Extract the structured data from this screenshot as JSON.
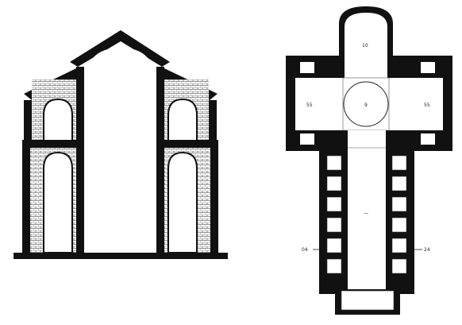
{
  "figure": {
    "panels": [
      {
        "id": "cross-section",
        "kind": "architectural-section"
      },
      {
        "id": "floor-plan",
        "kind": "architectural-plan"
      }
    ],
    "plan_labels": {
      "apse": "10",
      "crossing": "9",
      "north_transept": "55",
      "south_transept": "55",
      "nave": "—",
      "side_marker_left": "04",
      "side_marker_right": "24"
    },
    "colors": {
      "ink": "#111111",
      "paper": "#ffffff",
      "masonry": "#cfcfcf"
    }
  }
}
